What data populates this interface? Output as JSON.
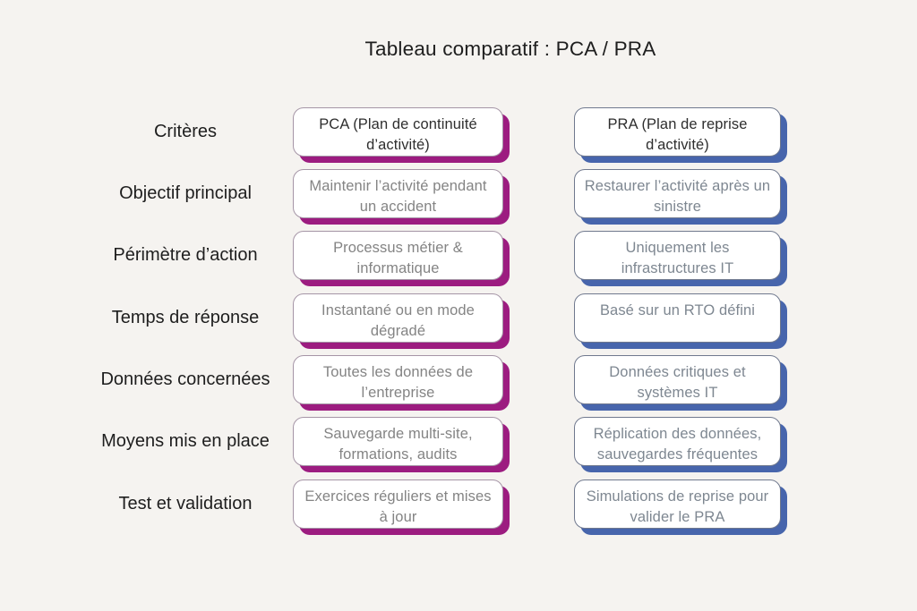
{
  "title": "Tableau comparatif : PCA / PRA",
  "colors": {
    "background": "#F5F3F0",
    "heading_text": "#2E2E2E",
    "body_text_pca": "#848484",
    "body_text_pra": "#7E8791",
    "pca_shadow": "#9C1C80",
    "pca_border": "#A595A6",
    "pra_shadow": "#4765AC",
    "pra_border": "#70798E"
  },
  "table": {
    "rows": [
      {
        "label": "Critères",
        "pca": "PCA (Plan de continuité d’activité)",
        "pra": "PRA (Plan de reprise d’activité)"
      },
      {
        "label": "Objectif principal",
        "pca": "Maintenir l’activité pendant un accident",
        "pra": "Restaurer l’activité après un sinistre"
      },
      {
        "label": "Périmètre d’action",
        "pca": "Processus métier & informatique",
        "pra": "Uniquement les infrastructures IT"
      },
      {
        "label": "Temps de réponse",
        "pca": "Instantané ou en mode dégradé",
        "pra": "Basé sur un RTO défini"
      },
      {
        "label": "Données concernées",
        "pca": "Toutes les données de l’entreprise",
        "pra": "Données critiques et systèmes IT"
      },
      {
        "label": "Moyens mis en place",
        "pca": "Sauvegarde multi-site, formations, audits",
        "pra": "Réplication des données, sauvegardes fréquentes"
      },
      {
        "label": "Test et validation",
        "pca": "Exercices réguliers et mises à jour",
        "pra": "Simulations de reprise pour valider le PRA"
      }
    ]
  }
}
